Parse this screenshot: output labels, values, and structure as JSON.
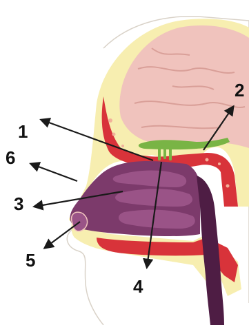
{
  "labels": [
    {
      "id": "1",
      "text": "1"
    },
    {
      "id": "2",
      "text": "2"
    },
    {
      "id": "3",
      "text": "3"
    },
    {
      "id": "4",
      "text": "4"
    },
    {
      "id": "5",
      "text": "5"
    },
    {
      "id": "6",
      "text": "6"
    }
  ],
  "colors": {
    "skull_outline": "#d9d2c8",
    "fat_layer": "#f7eeb0",
    "brain": "#f0c3bd",
    "brain_folds": "#d99f98",
    "bone": "#d8333a",
    "bone_spots": "#f2b19a",
    "olfactory": "#79b445",
    "nasal_cavity": "#7c3a6b",
    "turbinates": "#9a5387",
    "pharynx": "#4e1d44",
    "arrow": "#1a1a1a"
  }
}
